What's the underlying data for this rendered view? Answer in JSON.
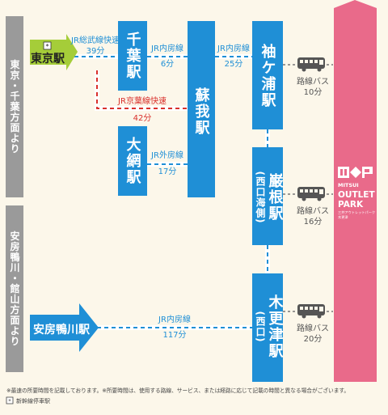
{
  "sidebar": {
    "tokyo_chiba_label": "東京・千葉方面より",
    "awa_tateyama_label": "安房鴨川・館山方面より"
  },
  "origins": {
    "tokyo": "東京駅",
    "shinkansen_mark": "*",
    "awakamogawa": "安房鴨川駅"
  },
  "stations": {
    "chiba": "千葉駅",
    "ooami": "大網駅",
    "soga": "蘇我駅",
    "sodegaura": "袖ケ浦駅",
    "ganne": "巌根駅",
    "ganne_sub": "(西口海側)",
    "kisarazu": "木更津駅",
    "kisarazu_sub": "(西口)"
  },
  "routes": {
    "sobu_rapid": {
      "line": "JR総武線快速",
      "time": "39分"
    },
    "uchibo_chiba_soga": {
      "line": "JR内房線",
      "time": "6分"
    },
    "uchibo_soga_sodegaura": {
      "line": "JR内房線",
      "time": "25分"
    },
    "keiyo_rapid": {
      "line": "JR京葉線快速",
      "time": "42分"
    },
    "sotobo": {
      "line": "JR外房線",
      "time": "17分"
    },
    "uchibo_awa": {
      "line": "JR内房線",
      "time": "117分"
    }
  },
  "buses": [
    {
      "label": "路線バス",
      "time": "10分"
    },
    {
      "label": "路線バス",
      "time": "16分"
    },
    {
      "label": "路線バス",
      "time": "20分"
    }
  ],
  "destination": {
    "brand": "MITSUI",
    "name1": "OUTLET",
    "name2": "PARK",
    "jp1": "三井アウトレットパーク",
    "jp2": "木更津"
  },
  "footer": {
    "note": "※最速の所要時間を記載しております。※所要時間は、使用する路線、サービス、または経路に応じて記載の時間と異なる場合がございます。",
    "shinkansen_legend_mark": "*",
    "shinkansen_legend": "新幹線停車駅"
  },
  "colors": {
    "station_blue": "#1f8fd6",
    "tokyo_green": "#a5cd39",
    "keiyo_red": "#d9302c",
    "outlet_pink": "#e96a8a",
    "sidebar_gray": "#9a9a9a",
    "bus_gray": "#555555"
  }
}
